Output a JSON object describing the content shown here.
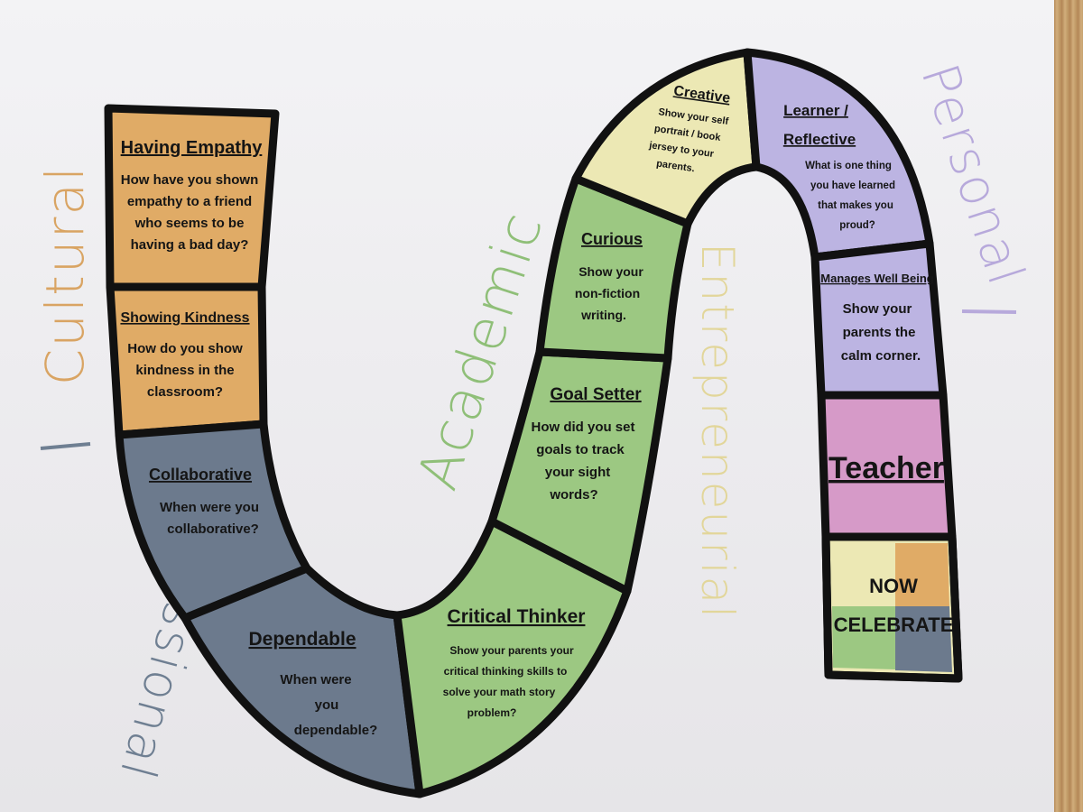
{
  "categories": {
    "cultural": {
      "label": "Cultural",
      "color": "#d9a463"
    },
    "professional": {
      "label": "Professional",
      "color": "#6f7f92"
    },
    "academic": {
      "label": "Academic",
      "color": "#8fbf78"
    },
    "entrepreneurial": {
      "label": "Entrepreneurial",
      "color": "#e2d69a"
    },
    "personal": {
      "label": "Personal",
      "color": "#b7a9db"
    }
  },
  "tiles": {
    "empathy": {
      "title": "Having Empathy",
      "lines": [
        "How have you shown",
        "empathy to a friend",
        "who seems to be",
        "having a bad day?"
      ]
    },
    "kindness": {
      "title": "Showing Kindness",
      "lines": [
        "How do you show",
        "kindness in the",
        "classroom?"
      ]
    },
    "collaborative": {
      "title": "Collaborative",
      "lines": [
        "When were you",
        "collaborative?"
      ]
    },
    "dependable": {
      "title": "Dependable",
      "lines": [
        "When were",
        "you",
        "dependable?"
      ]
    },
    "critical": {
      "title": "Critical Thinker",
      "lines": [
        "Show your parents your",
        "critical thinking skills to",
        "solve your math story",
        "problem?"
      ]
    },
    "goal": {
      "title": "Goal Setter",
      "lines": [
        "How did you set",
        "goals to track",
        "your sight",
        "words?"
      ]
    },
    "curious": {
      "title": "Curious",
      "lines": [
        "Show your",
        "non-fiction",
        "writing."
      ]
    },
    "creative": {
      "title": "Creative",
      "lines": [
        "Show your self",
        "portrait / book",
        "jersey to your",
        "parents."
      ]
    },
    "learner": {
      "title": "Learner /",
      "title2": "Reflective",
      "lines": [
        "What is one thing",
        "you have learned",
        "that makes you",
        "proud?"
      ]
    },
    "wellbeing": {
      "title": "Manages Well Being",
      "lines": [
        "Show your",
        "parents the",
        "calm corner."
      ]
    },
    "teacher": {
      "title": "Teacher"
    },
    "finish": {
      "line1": "NOW",
      "line2": "CELEBRATE"
    }
  },
  "colors": {
    "orange": "#e0ab66",
    "slate": "#6c7a8d",
    "green": "#9cc882",
    "yellow": "#ece8b4",
    "lavender": "#bcb4e2",
    "pink": "#d69ac8",
    "border": "#111111"
  }
}
